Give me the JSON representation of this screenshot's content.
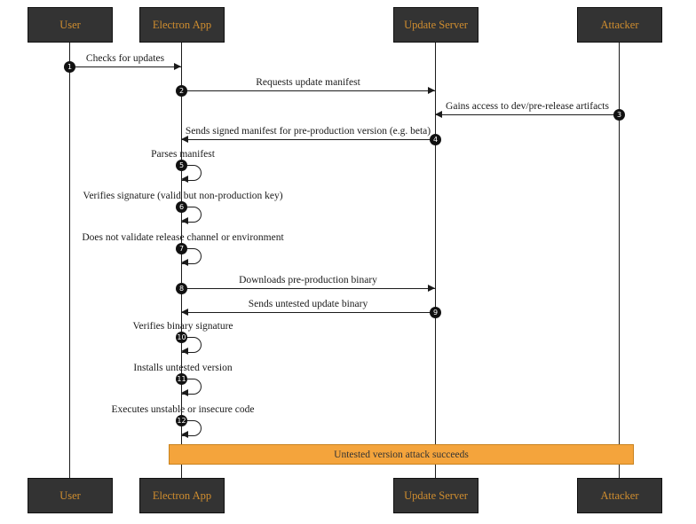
{
  "diagram": {
    "type": "sequence",
    "actors": [
      {
        "name": "User"
      },
      {
        "name": "Electron App"
      },
      {
        "name": "Update Server"
      },
      {
        "name": "Attacker"
      }
    ],
    "messages": [
      {
        "num": "1",
        "from": "User",
        "to": "Electron App",
        "label": "Checks for updates"
      },
      {
        "num": "2",
        "from": "Electron App",
        "to": "Update Server",
        "label": "Requests update manifest"
      },
      {
        "num": "3",
        "from": "Attacker",
        "to": "Update Server",
        "label": "Gains access to dev/pre-release artifacts"
      },
      {
        "num": "4",
        "from": "Update Server",
        "to": "Electron App",
        "label": "Sends signed manifest for pre-production version (e.g. beta)"
      },
      {
        "num": "5",
        "from": "Electron App",
        "to": "Electron App",
        "label": "Parses manifest"
      },
      {
        "num": "6",
        "from": "Electron App",
        "to": "Electron App",
        "label": "Verifies signature (valid but non-production key)"
      },
      {
        "num": "7",
        "from": "Electron App",
        "to": "Electron App",
        "label": "Does not validate release channel or environment"
      },
      {
        "num": "8",
        "from": "Electron App",
        "to": "Update Server",
        "label": "Downloads pre-production binary"
      },
      {
        "num": "9",
        "from": "Update Server",
        "to": "Electron App",
        "label": "Sends untested update binary"
      },
      {
        "num": "10",
        "from": "Electron App",
        "to": "Electron App",
        "label": "Verifies binary signature"
      },
      {
        "num": "11",
        "from": "Electron App",
        "to": "Electron App",
        "label": "Installs untested version"
      },
      {
        "num": "12",
        "from": "Electron App",
        "to": "Electron App",
        "label": "Executes unstable or insecure code"
      }
    ],
    "note": {
      "text": "Untested version attack succeeds"
    },
    "colors": {
      "background": "#ffffff",
      "actor_fill": "#333333",
      "actor_border": "#111111",
      "actor_text": "#cf8d2f",
      "line": "#1b1b1b",
      "number_fill": "#111111",
      "number_text": "#ffffff",
      "note_fill": "#f4a43c",
      "note_border": "#c8821e",
      "note_text": "#333333"
    }
  }
}
